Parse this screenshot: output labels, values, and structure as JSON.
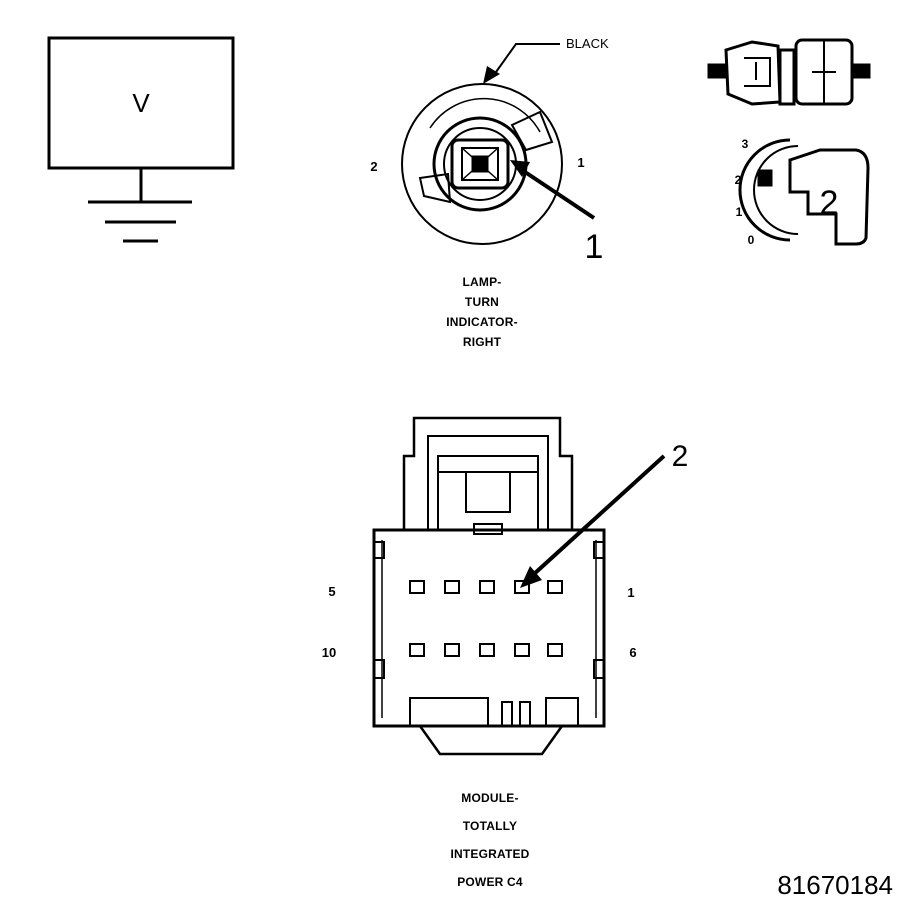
{
  "voltmeter": {
    "symbol": "V"
  },
  "lamp_connector": {
    "color_label": "BLACK",
    "pin_left": "2",
    "pin_right": "1",
    "callout": "1",
    "caption_lines": [
      "LAMP-",
      "TURN",
      "INDICATOR-",
      "RIGHT"
    ]
  },
  "switch_detail": {
    "positions": [
      "3",
      "2",
      "1",
      "0"
    ],
    "callout": "2"
  },
  "module_connector": {
    "top_left_pin": "5",
    "top_right_pin": "1",
    "bottom_left_pin": "10",
    "bottom_right_pin": "6",
    "callout": "2",
    "caption_lines": [
      "MODULE-",
      "TOTALLY",
      "INTEGRATED",
      "POWER C4"
    ]
  },
  "figure_number": "81670184"
}
